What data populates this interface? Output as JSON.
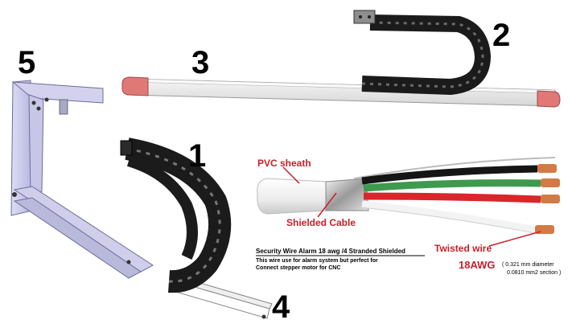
{
  "labels": {
    "n1": "1",
    "n2": "2",
    "n3": "3",
    "n4": "4",
    "n5": "5"
  },
  "wire": {
    "pvc_sheath": "PVC sheath",
    "shielded_cable": "Shielded Cable",
    "twisted_wire": "Twisted wire",
    "gauge": "18AWG",
    "spec_diameter": "( 0.321 mm diameter",
    "spec_section": "0.0810 mm2 section )",
    "title": "Security Wire  Alarm 18 awg /4 Stranded Shielded",
    "desc_line1": "This wire use for alarm system but perfect for",
    "desc_line2": "Connect stepper motor for CNC"
  },
  "colors": {
    "label_red": "#c8202a",
    "chain": "#1b1b1b",
    "frame": "#c9c9ea",
    "rail": "#e9e9e9",
    "end_cap": "#e07878",
    "copper": "#d47a45"
  }
}
